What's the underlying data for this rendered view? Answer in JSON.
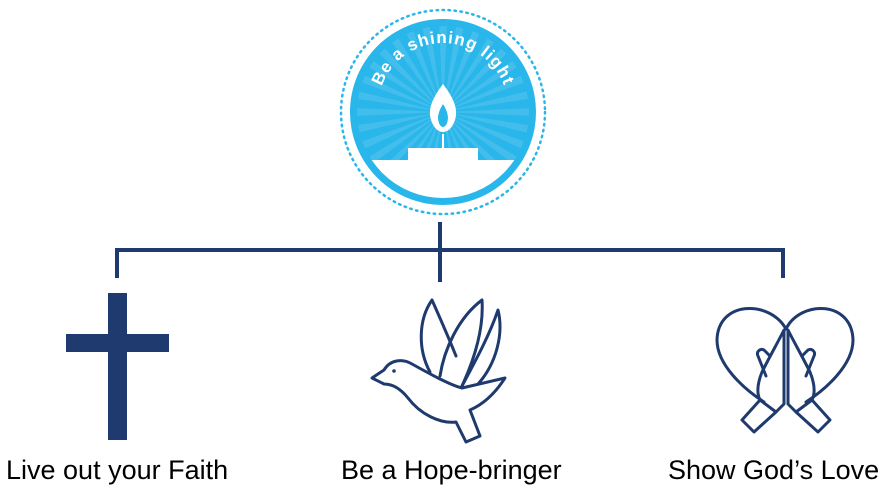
{
  "badge": {
    "text": "Be a shining light",
    "color": "#29b6ea"
  },
  "connector": {
    "color": "#1f3a6e"
  },
  "branches": [
    {
      "label": "Live out your Faith",
      "icon": "cross-icon"
    },
    {
      "label": "Be a Hope-bringer",
      "icon": "dove-icon"
    },
    {
      "label": "Show God’s Love",
      "icon": "praying-hands-heart-icon"
    }
  ]
}
